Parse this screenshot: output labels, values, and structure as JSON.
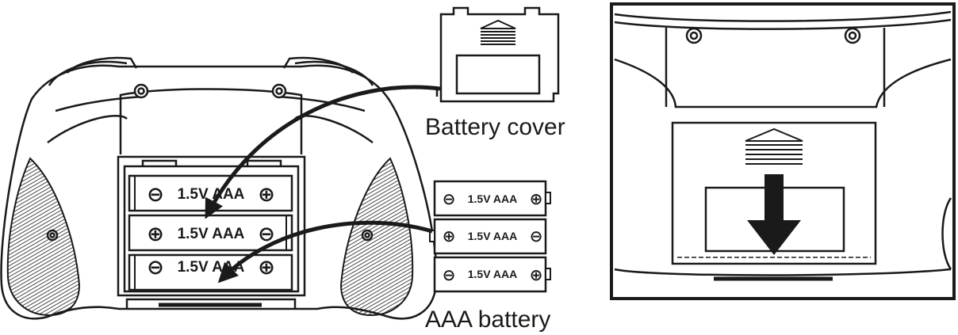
{
  "labels": {
    "battery_cover": "Battery cover",
    "aaa_battery": "AAA battery"
  },
  "battery_text": "1.5V AAA",
  "signs": {
    "minus": "⊖",
    "plus": "⊕"
  },
  "compartment_batteries": [
    {
      "left": "minus",
      "text": "1.5V AAA",
      "right": "plus"
    },
    {
      "left": "plus",
      "text": "1.5V AAA",
      "right": "minus"
    },
    {
      "left": "minus",
      "text": "1.5V AAA",
      "right": "plus"
    }
  ],
  "loose_batteries": [
    {
      "left": "minus",
      "text": "1.5V AAA",
      "right": "plus"
    },
    {
      "left": "plus",
      "text": "1.5V AAA",
      "right": "minus"
    },
    {
      "left": "minus",
      "text": "1.5V AAA",
      "right": "plus"
    }
  ],
  "colors": {
    "line": "#1a1a1a",
    "background": "#ffffff"
  }
}
